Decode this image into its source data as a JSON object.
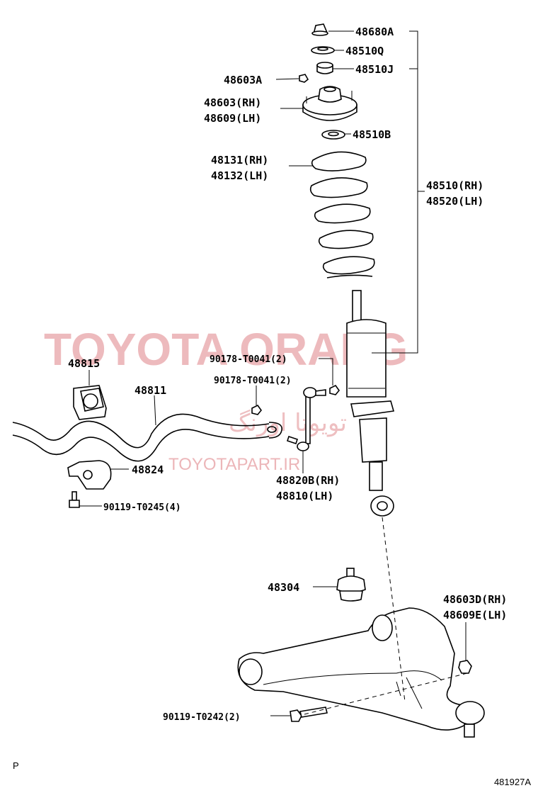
{
  "watermark": {
    "brand": "TOYOTA ORANG",
    "persian": "تویوتا اورنگ",
    "url": "TOYOTAPART.IR"
  },
  "labels": {
    "p48680A": "48680A",
    "p48510Q": "48510Q",
    "p48510J": "48510J",
    "p48603A": "48603A",
    "p48603rh": "48603(RH)",
    "p48609lh": "48609(LH)",
    "p48510B": "48510B",
    "p48131rh": "48131(RH)",
    "p48132lh": "48132(LH)",
    "p48510rh": "48510(RH)",
    "p48520lh": "48520(LH)",
    "p48815": "48815",
    "p90178a": "90178-T0041(2)",
    "p90178b": "90178-T0041(2)",
    "p48811": "48811",
    "p48824": "48824",
    "p90119a": "90119-T0245(4)",
    "p48820rh": "48820B(RH)",
    "p48810lh": "48810(LH)",
    "p48304": "48304",
    "p48603Drh": "48603D(RH)",
    "p48609Elh": "48609E(LH)",
    "p90119b": "90119-T0242(2)"
  },
  "corner": {
    "left": "P",
    "right": "481927A"
  }
}
